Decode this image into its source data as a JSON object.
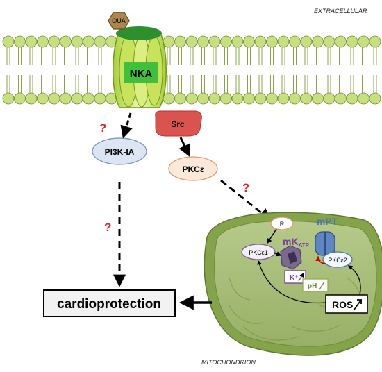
{
  "labels": {
    "extracellular": "EXTRACELLULAR",
    "mitochondrion": "MITOCHONDRION",
    "oua": "OUA",
    "nka": "NKA",
    "src": "Src",
    "pi3k": "PI3K-IA",
    "pkce": "PKCε",
    "cardioprotection": "cardioprotection",
    "r": "R",
    "pkce1": "PKCε1",
    "pkce2": "PKCε2",
    "mk": "mK",
    "mk_sub": "ATP",
    "mpt": "mPT",
    "kplus": "K⁺",
    "ph": "pH",
    "ros": "ROS",
    "question": "?"
  },
  "colors": {
    "lipid_head": "#c7df7e",
    "nka_green": "#3fbf3a",
    "src_red": "#d9534f",
    "pi3k_fill": "#dce6f2",
    "pkce_fill": "#fde9d9",
    "question_red": "#d62b2b",
    "mito_outer": "#7e9940",
    "purple": "#7b3f9e",
    "blue_title": "#4a75b5"
  }
}
